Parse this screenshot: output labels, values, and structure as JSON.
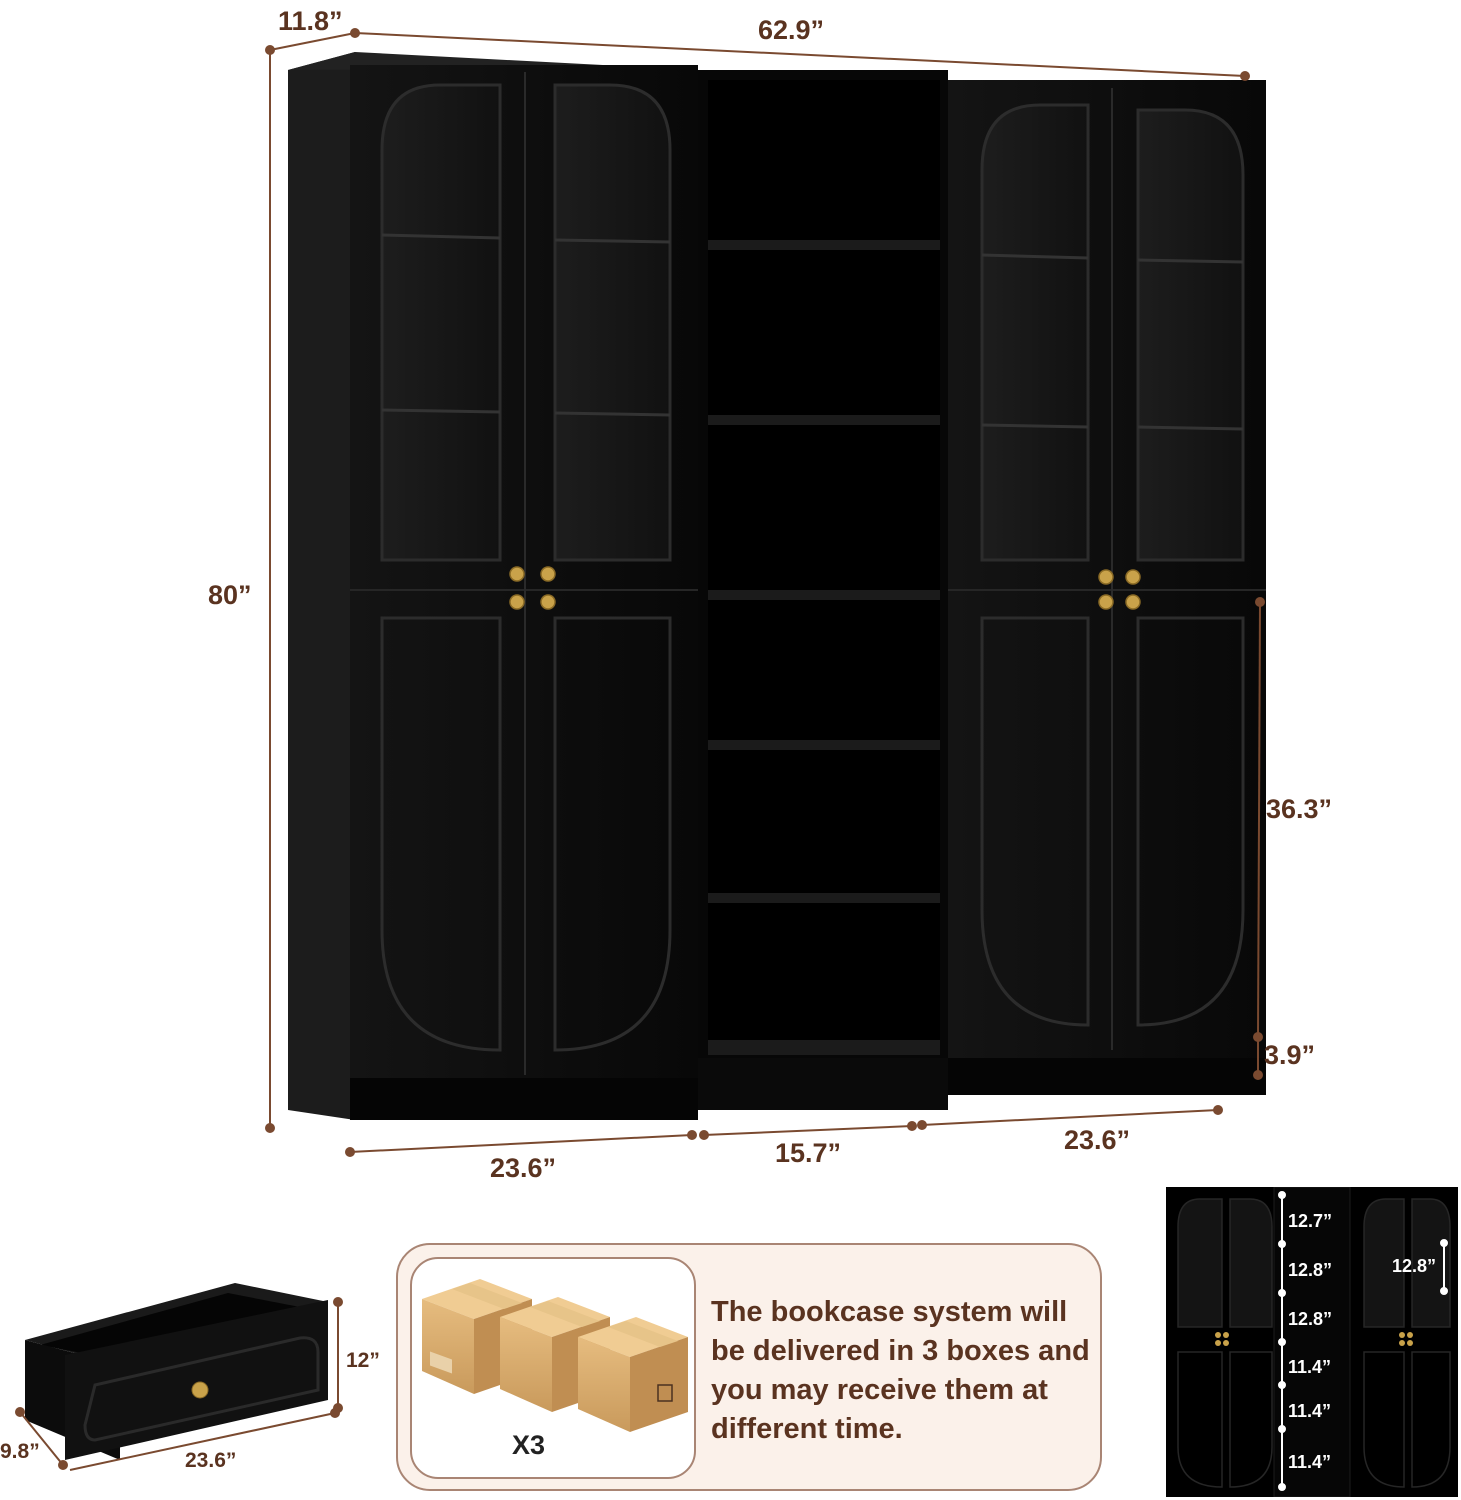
{
  "dimensions": {
    "depth": "11.8”",
    "total_width": "62.9”",
    "height": "80”",
    "door_height": "36.3”",
    "base_height": "3.9”",
    "left_width": "23.6”",
    "middle_width": "15.7”",
    "right_width": "23.6”"
  },
  "drawer": {
    "height": "12”",
    "depth": "9.8”",
    "width": "23.6”"
  },
  "delivery": {
    "count_label": "X3",
    "note": "The bookcase system will be delivered in 3 boxes and you may receive them at different time."
  },
  "inset": {
    "shelf_heights": [
      "12.7”",
      "12.8”",
      "12.8”",
      "11.4”",
      "11.4”",
      "11.4”"
    ],
    "glass_shelf_height": "12.8”"
  },
  "colors": {
    "cabinet": "#0d0d0d",
    "dimension_line": "#6b3d26",
    "hardware": "#c9a24a",
    "box": "#d8ab6c"
  }
}
